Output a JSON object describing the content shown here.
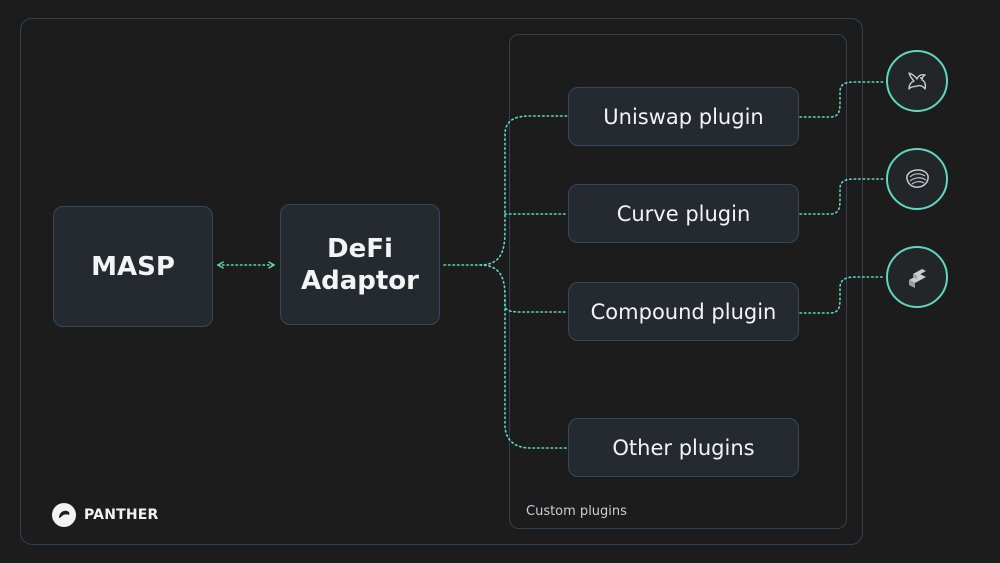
{
  "nodes": {
    "masp": "MASP",
    "defi_adaptor": [
      "DeFi",
      "Adaptor"
    ]
  },
  "plugins": {
    "uniswap": "Uniswap plugin",
    "curve": "Curve plugin",
    "compound": "Compound plugin",
    "other": "Other plugins"
  },
  "group_label": "Custom plugins",
  "brand": {
    "name": "PANTHER",
    "icon": "panther-logo-icon"
  },
  "logos": {
    "uniswap": "uniswap-unicorn-icon",
    "curve": "curve-logo-icon",
    "compound": "compound-logo-icon"
  },
  "colors": {
    "background": "#1c1c1c",
    "box": "#252a31",
    "border": "#34485b",
    "connector": "#5fd6bf"
  }
}
